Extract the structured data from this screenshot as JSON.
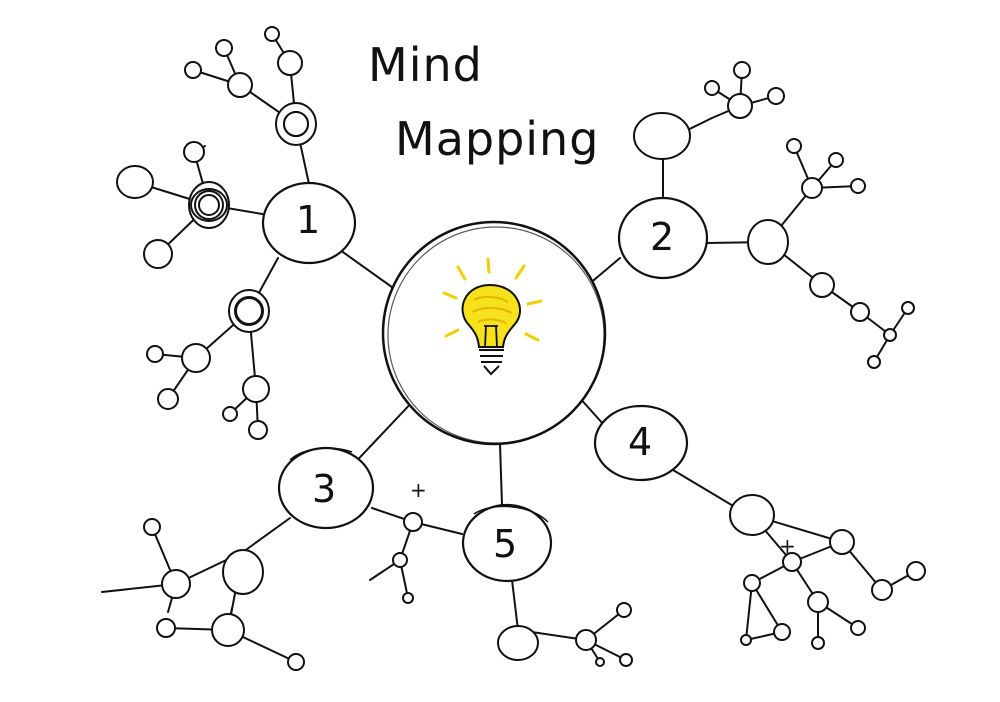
{
  "title": {
    "line1": "Mind",
    "line2": "Mapping"
  },
  "center_icon": "lightbulb-icon",
  "branches": [
    {
      "label": "1"
    },
    {
      "label": "2"
    },
    {
      "label": "3"
    },
    {
      "label": "4"
    },
    {
      "label": "5"
    }
  ],
  "plus_marks": [
    "+",
    "+"
  ],
  "stock_id": "#367726269",
  "colors": {
    "ink": "#111111",
    "bulb": "#f6e11b",
    "bulb_rays": "#f0d000"
  }
}
